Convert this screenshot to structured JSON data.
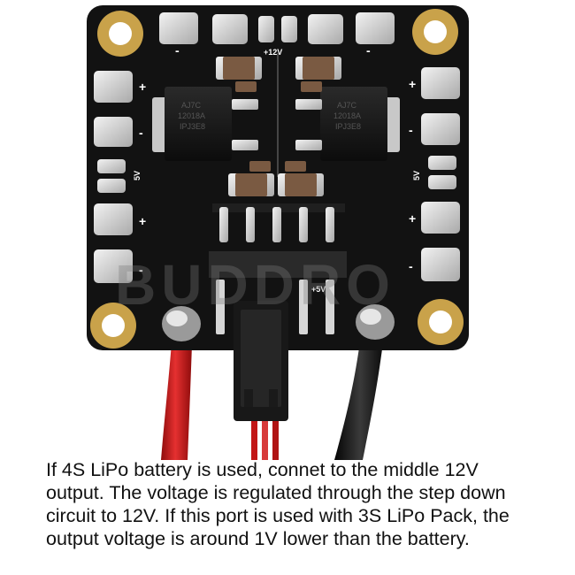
{
  "board": {
    "label_12v": "+12V",
    "label_5v_left": "5V",
    "label_5v_right": "5V",
    "label_5v_connector": "+5V",
    "chip_left_text": [
      "AJ7C",
      "12018A",
      "IPJ3E8"
    ],
    "chip_right_text": [
      "AJ7C",
      "12018A",
      "IPJ3E8"
    ],
    "colors": {
      "pcb": "#121212",
      "pad_gold": "#c9a24a",
      "pad_silver": "#d8d8d8",
      "wire_red": "#d01b1b",
      "wire_black": "#151515"
    }
  },
  "watermark": {
    "text": "BUDDRO",
    "color": "#7a7a7a"
  },
  "caption": {
    "text": "If 4S LiPo battery is used, connet to the middle 12V output. The voltage is regulated through the step down circuit to 12V. If this port is used with 3S LiPo Pack, the output voltage is around 1V lower than the battery."
  }
}
